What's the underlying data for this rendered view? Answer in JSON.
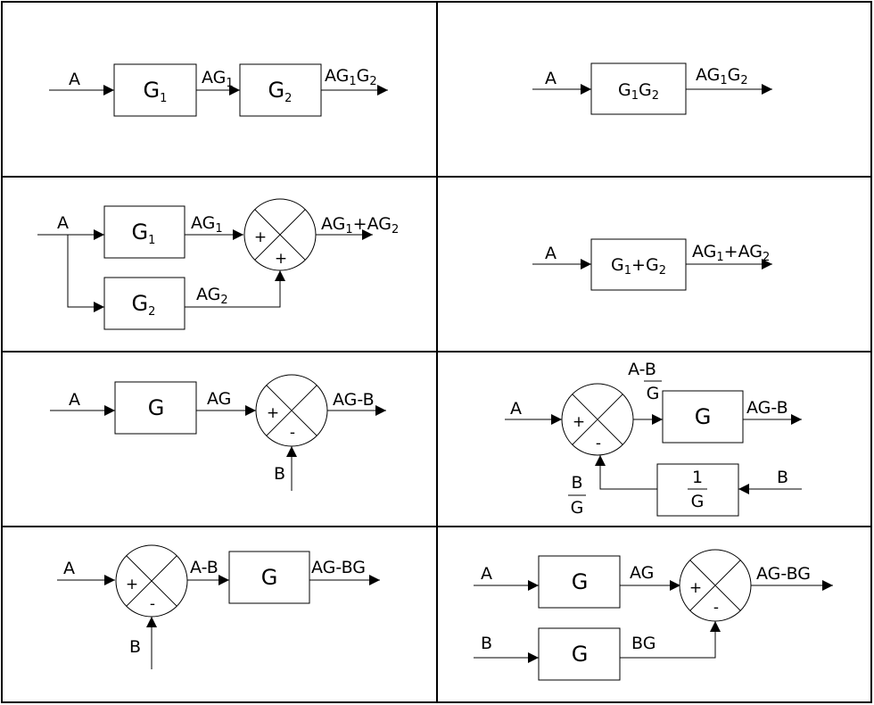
{
  "rows": [
    {
      "left": {
        "input_a": "A",
        "block1": "G",
        "block1_sub": "1",
        "mid": "AG",
        "mid_sub": "1",
        "block2": "G",
        "block2_sub": "2",
        "out_a": "AG",
        "out_s1": "1",
        "out_b": "G",
        "out_s2": "2"
      },
      "right": {
        "input_a": "A",
        "block_a": "G",
        "block_s1": "1",
        "block_b": "G",
        "block_s2": "2",
        "out_a": "AG",
        "out_s1": "1",
        "out_b": "G",
        "out_s2": "2"
      }
    },
    {
      "left": {
        "input_a": "A",
        "block1": "G",
        "block1_sub": "1",
        "block2": "G",
        "block2_sub": "2",
        "sig1": "AG",
        "sig1_sub": "1",
        "sig2": "AG",
        "sig2_sub": "2",
        "sign_top": "+",
        "sign_bottom": "+",
        "out_a": "AG",
        "out_s1": "1",
        "out_mid": "+AG",
        "out_s2": "2"
      },
      "right": {
        "input_a": "A",
        "block_a": "G",
        "block_s1": "1",
        "block_mid": "+G",
        "block_s2": "2",
        "out_a": "AG",
        "out_s1": "1",
        "out_mid": "+AG",
        "out_s2": "2"
      }
    },
    {
      "left": {
        "input_a": "A",
        "block": "G",
        "mid": "AG",
        "sign_top": "+",
        "sign_bottom": "-",
        "out": "AG-B",
        "input_b": "B"
      },
      "right": {
        "input_a": "A",
        "frac_top": "A-B",
        "frac_bottom": "G",
        "sign_top": "+",
        "sign_bottom": "-",
        "block": "G",
        "out": "AG-B",
        "fb_num": "1",
        "fb_den": "G",
        "fb_frac_top": "B",
        "fb_frac_bottom": "G",
        "input_b": "B"
      }
    },
    {
      "left": {
        "input_a": "A",
        "sign_top": "+",
        "sign_bottom": "-",
        "mid": "A-B",
        "block": "G",
        "out": "AG-BG",
        "input_b": "B"
      },
      "right": {
        "input_a": "A",
        "block1": "G",
        "sig1": "AG",
        "input_b": "B",
        "block2": "G",
        "sig2": "BG",
        "sign_top": "+",
        "sign_bottom": "-",
        "out": "AG-BG"
      }
    }
  ]
}
